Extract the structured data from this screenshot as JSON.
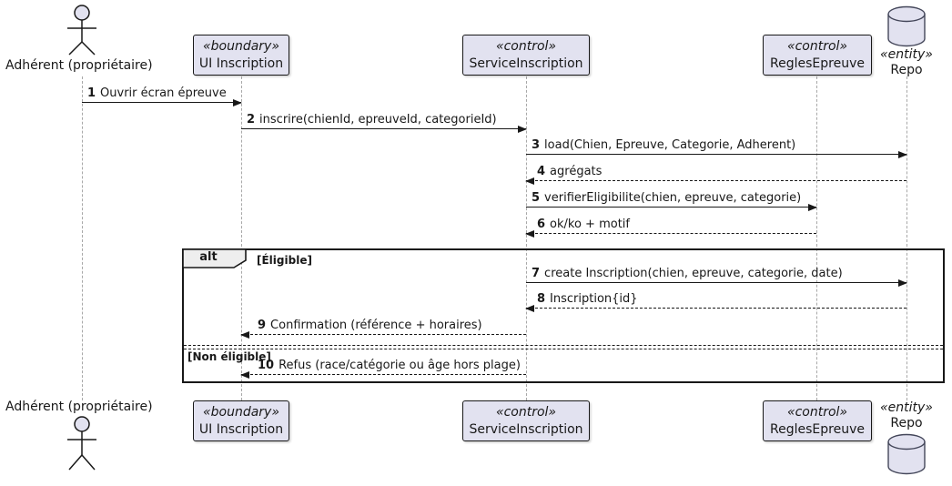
{
  "diagram_type": "uml-sequence",
  "actor": {
    "name": "Adhérent (propriétaire)"
  },
  "participants": [
    {
      "stereotype": "«boundary»",
      "name": "UI Inscription"
    },
    {
      "stereotype": "«control»",
      "name": "ServiceInscription"
    },
    {
      "stereotype": "«control»",
      "name": "ReglesEpreuve"
    },
    {
      "stereotype": "«entity»",
      "name": "Repo"
    }
  ],
  "messages": [
    {
      "num": "1",
      "text": "Ouvrir écran épreuve",
      "from": "Adhérent (propriétaire)",
      "to": "UI Inscription",
      "style": "solid"
    },
    {
      "num": "2",
      "text": "inscrire(chienId, epreuveId, categorieId)",
      "from": "UI Inscription",
      "to": "ServiceInscription",
      "style": "solid"
    },
    {
      "num": "3",
      "text": "load(Chien, Epreuve, Categorie, Adherent)",
      "from": "ServiceInscription",
      "to": "Repo",
      "style": "solid"
    },
    {
      "num": "4",
      "text": "agrégats",
      "from": "Repo",
      "to": "ServiceInscription",
      "style": "dashed"
    },
    {
      "num": "5",
      "text": "verifierEligibilite(chien, epreuve, categorie)",
      "from": "ServiceInscription",
      "to": "ReglesEpreuve",
      "style": "solid"
    },
    {
      "num": "6",
      "text": "ok/ko + motif",
      "from": "ReglesEpreuve",
      "to": "ServiceInscription",
      "style": "dashed"
    },
    {
      "num": "7",
      "text": "create Inscription(chien, epreuve, categorie, date)",
      "from": "ServiceInscription",
      "to": "Repo",
      "style": "solid"
    },
    {
      "num": "8",
      "text": "Inscription{id}",
      "from": "Repo",
      "to": "ServiceInscription",
      "style": "dashed"
    },
    {
      "num": "9",
      "text": "Confirmation (référence + horaires)",
      "from": "ServiceInscription",
      "to": "UI Inscription",
      "style": "dashed"
    },
    {
      "num": "10",
      "text": "Refus (race/catégorie ou âge hors plage)",
      "from": "ServiceInscription",
      "to": "UI Inscription",
      "style": "dashed"
    }
  ],
  "alt_frame": {
    "operator": "alt",
    "guard_eligible": "[Éligible]",
    "guard_non_eligible": "[Non éligible]"
  },
  "colors": {
    "participant_fill": "#E2E2F0",
    "participant_border": "#181818",
    "lifeline": "#A8A8A8",
    "frame_operator_fill": "#EEEEEE",
    "message_line": "#181818",
    "background": "#FFFFFF"
  }
}
